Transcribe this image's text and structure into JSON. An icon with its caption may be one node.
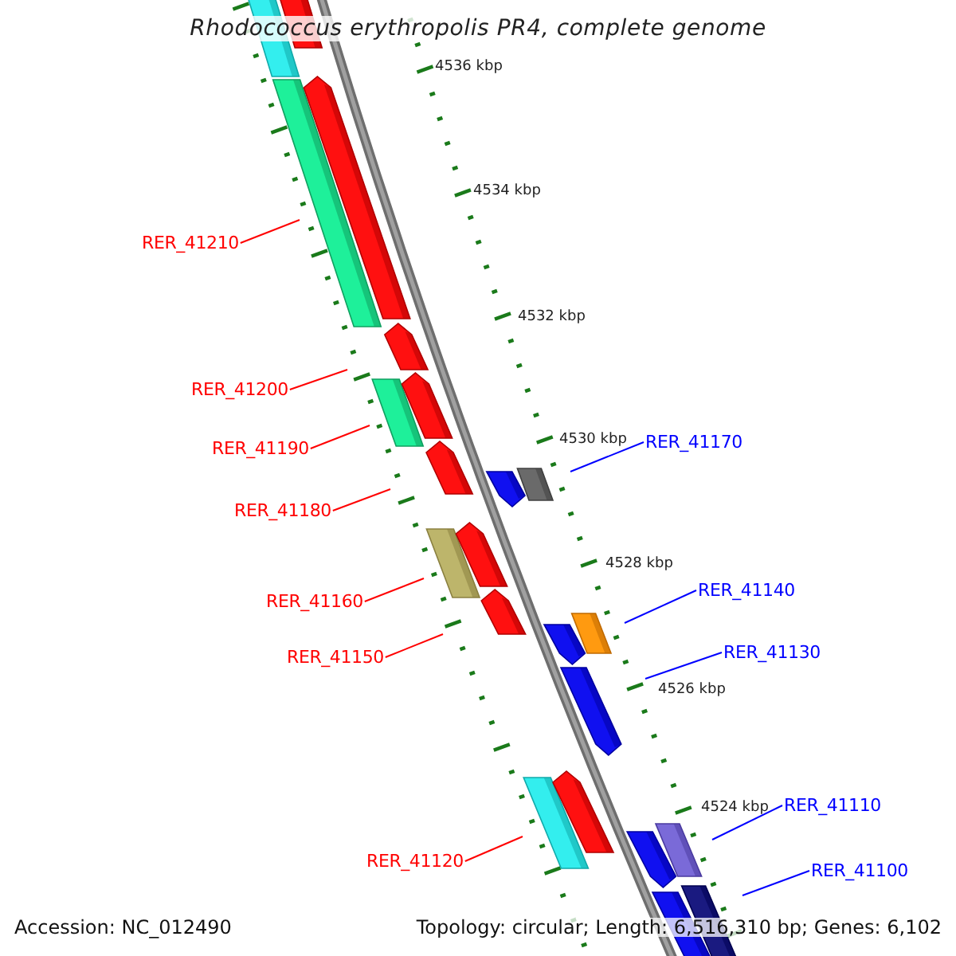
{
  "diagram": {
    "title": "Rhodococcus erythropolis PR4, complete genome",
    "nodes": [
      {
        "text": [
          "RER_41210"
        ]
      },
      {
        "text": [
          "RER_41200"
        ]
      },
      {
        "text": [
          "RER_41170"
        ]
      },
      {
        "text": [
          "RER_41190"
        ]
      },
      {
        "text": [
          "RER_41180"
        ]
      },
      {
        "text": [
          "RER_41140"
        ]
      },
      {
        "text": [
          "RER_41160"
        ]
      },
      {
        "text": [
          "RER_41130"
        ]
      },
      {
        "text": [
          "RER_41150"
        ]
      },
      {
        "text": [
          "RER_41110"
        ]
      },
      {
        "text": [
          "RER_41120"
        ]
      },
      {
        "text": [
          "RER_41100"
        ]
      }
    ],
    "edges": [
      {
        "from": 0,
        "to": null,
        "arrow": "none"
      },
      {
        "from": 1,
        "to": null,
        "arrow": "none"
      },
      {
        "from": 2,
        "to": null,
        "arrow": "none",
        "color": "#0000ff"
      },
      {
        "from": 3,
        "to": null,
        "arrow": "none"
      },
      {
        "from": 4,
        "to": null,
        "arrow": "none"
      },
      {
        "from": 5,
        "to": null,
        "arrow": "none",
        "color": "#0000ff"
      },
      {
        "from": 6,
        "to": null,
        "arrow": "none"
      },
      {
        "from": 7,
        "to": null,
        "arrow": "none",
        "color": "#0000ff"
      },
      {
        "from": 8,
        "to": null,
        "arrow": "none"
      },
      {
        "from": 9,
        "to": null,
        "arrow": "none",
        "color": "#0000ff"
      },
      {
        "from": 10,
        "to": null,
        "arrow": "none"
      },
      {
        "from": 11,
        "to": null,
        "arrow": "none",
        "color": "#0000ff"
      }
    ],
    "labels": [
      "4536 kbp",
      "4534 kbp",
      "4532 kbp",
      "4530 kbp",
      "4528 kbp",
      "4526 kbp",
      "4524 kbp",
      "Accession: NC_012490",
      "Topology: circular; Length: 6,516,310 bp; Genes: 6,102"
    ]
  }
}
